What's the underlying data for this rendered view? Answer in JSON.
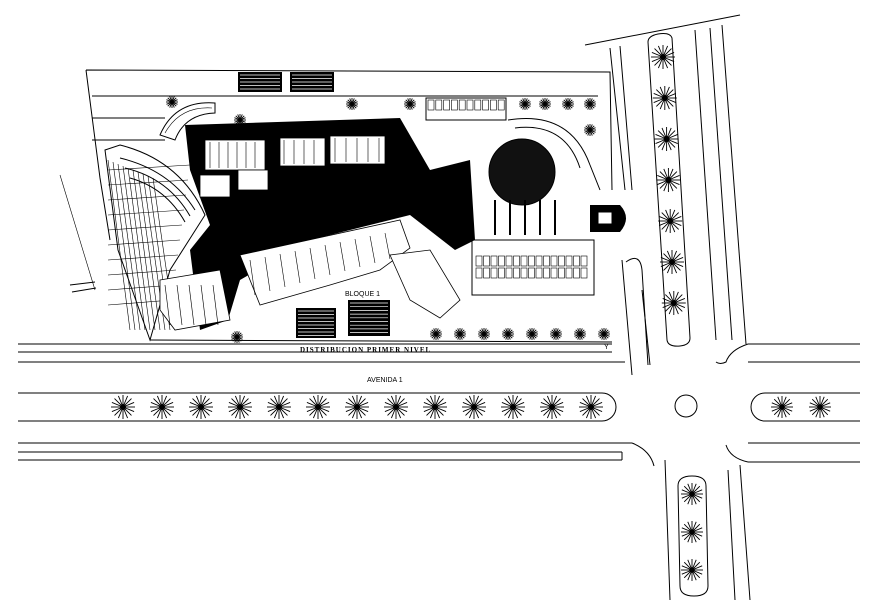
{
  "plan": {
    "avenue_label": "AVENIDA 1",
    "level_title": "DISTRIBUCION PRIMER NIVEL",
    "block_label": "BLOQUE 1",
    "north_mark": "Y"
  },
  "tree_rows": {
    "avenue_median_count": 13,
    "right_median_count": 2,
    "north_median_count": 7,
    "south_median_count": 3,
    "site_trees_top_count": 10,
    "site_trees_bottom_count": 9
  }
}
